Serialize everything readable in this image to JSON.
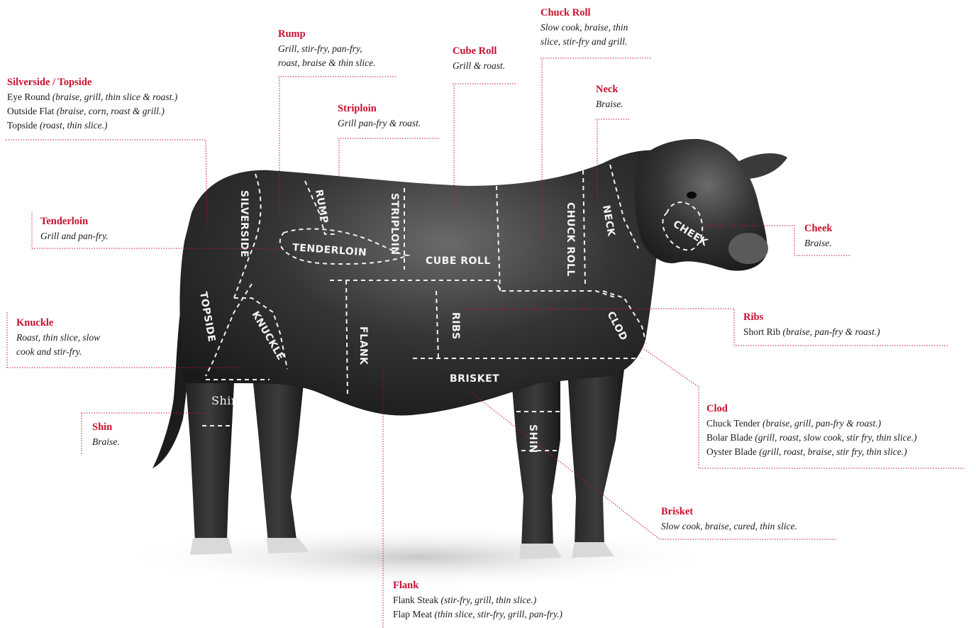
{
  "colors": {
    "accent": "#c8102e",
    "body": "#1e1e1e",
    "leader": "#c8102e"
  },
  "cut_labels": {
    "silverside": "SILVERSIDE",
    "rump": "RUMP",
    "striploin": "STRIPLOIN",
    "chuck_roll": "CHUCK ROLL",
    "neck": "NECK",
    "cheek": "CHEEK",
    "tenderloin": "TENDERLOIN",
    "cube_roll": "CUBE ROLL",
    "topside": "TOPSIDE",
    "knuckle": "KNUCKLE",
    "flank": "FLANK",
    "ribs": "RIBS",
    "clod": "CLOD",
    "brisket": "BRISKET",
    "shin_rear": "Shin",
    "shin_front": "SHIN"
  },
  "callouts": {
    "rump": {
      "title": "Rump",
      "desc": [
        "Grill, stir-fry, pan-fry,",
        "roast, braise & thin slice."
      ]
    },
    "chuck_roll": {
      "title": "Chuck Roll",
      "desc": [
        "Slow cook, braise, thin",
        "slice, stir-fry and grill."
      ]
    },
    "cube_roll": {
      "title": "Cube Roll",
      "desc": [
        "Grill & roast."
      ]
    },
    "silverside": {
      "title": "Silverside / Topside",
      "items": [
        {
          "name": "Eye Round",
          "note": "(braise, grill, thin slice & roast.)"
        },
        {
          "name": "Outside Flat",
          "note": "(braise, corn, roast & grill.)"
        },
        {
          "name": "Topside",
          "note": "(roast, thin slice.)"
        }
      ]
    },
    "striploin": {
      "title": "Striploin",
      "desc": [
        "Grill pan-fry & roast."
      ]
    },
    "neck": {
      "title": "Neck",
      "desc": [
        "Braise."
      ]
    },
    "tenderloin": {
      "title": "Tenderloin",
      "desc": [
        "Grill and pan-fry."
      ]
    },
    "cheek": {
      "title": "Cheek",
      "desc": [
        "Braise."
      ]
    },
    "ribs": {
      "title": "Ribs",
      "items": [
        {
          "name": "Short Rib",
          "note": "(braise, pan-fry & roast.)"
        }
      ]
    },
    "knuckle": {
      "title": "Knuckle",
      "desc": [
        "Roast, thin slice, slow",
        "cook and stir-fry."
      ]
    },
    "shin": {
      "title": "Shin",
      "desc": [
        "Braise."
      ]
    },
    "clod": {
      "title": "Clod",
      "items": [
        {
          "name": "Chuck Tender",
          "note": "(braise, grill, pan-fry & roast.)"
        },
        {
          "name": "Bolar Blade",
          "note": "(grill, roast, slow cook, stir fry, thin slice.)"
        },
        {
          "name": "Oyster Blade",
          "note": "(grill, roast, braise, stir fry, thin slice.)"
        }
      ]
    },
    "brisket": {
      "title": "Brisket",
      "desc": [
        "Slow cook, braise, cured, thin slice."
      ]
    },
    "flank": {
      "title": "Flank",
      "items": [
        {
          "name": "Flank Steak",
          "note": "(stir-fry, grill, thin slice.)"
        },
        {
          "name": "Flap Meat",
          "note": "(thin slice, stir-fry, grill, pan-fry.)"
        }
      ]
    }
  }
}
